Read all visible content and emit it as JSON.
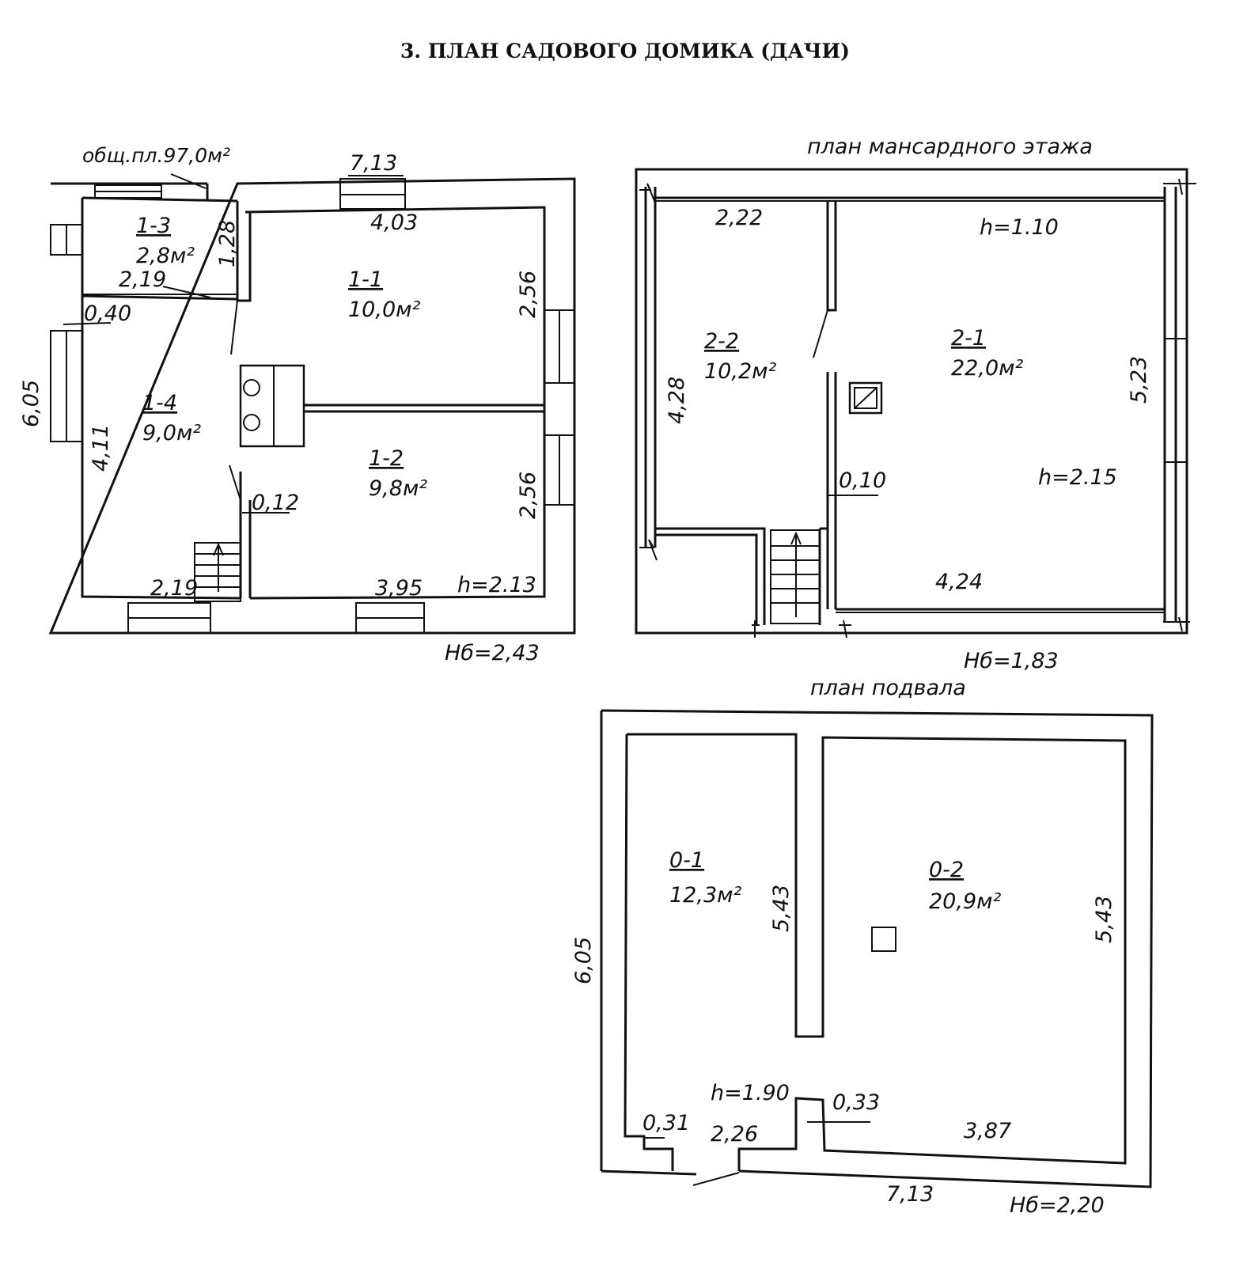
{
  "title": "3. ПЛАН САДОВОГО ДОМИКА (ДАЧИ)",
  "ground_floor": {
    "total_area": "общ.пл.97,0м²",
    "rooms": [
      {
        "id": "1-1",
        "area": "10,0м²"
      },
      {
        "id": "1-2",
        "area": "9,8м²"
      },
      {
        "id": "1-3",
        "area": "2,8м²"
      },
      {
        "id": "1-4",
        "area": "9,0м²"
      }
    ],
    "dims": {
      "overall_width": "7,13",
      "overall_depth": "6,05",
      "r11_width": "4,03",
      "r11_depth": "2,56",
      "r12_depth": "2,56",
      "r12_width": "3,95",
      "r13_depth": "1,28",
      "r13_width": "2,19",
      "r14_width": "2,19",
      "r14_depth": "4,11",
      "wall_040": "0,40",
      "wall_012": "0,12"
    },
    "room_height": "h=2.13",
    "building_height": "Hб=2,43"
  },
  "attic_floor": {
    "title": "план мансардного этажа",
    "rooms": [
      {
        "id": "2-1",
        "area": "22,0м²"
      },
      {
        "id": "2-2",
        "area": "10,2м²"
      }
    ],
    "dims": {
      "r22_width": "2,22",
      "r22_depth": "4,28",
      "r21_depth": "5,23",
      "r21_width": "4,24",
      "partition": "0,10"
    },
    "height_low": "h=1.10",
    "height_high": "h=2.15",
    "building_height": "Hб=1,83"
  },
  "basement": {
    "title": "план подвала",
    "rooms": [
      {
        "id": "0-1",
        "area": "12,3м²"
      },
      {
        "id": "0-2",
        "area": "20,9м²"
      }
    ],
    "dims": {
      "overall_depth": "6,05",
      "r01_depth": "5,43",
      "r02_depth": "5,43",
      "overall_width": "7,13",
      "r02_width": "3,87",
      "r01_width": "2,26",
      "wall_031": "0,31",
      "wall_033": "0,33"
    },
    "room_height": "h=1.90",
    "building_height": "Hб=2,20"
  }
}
